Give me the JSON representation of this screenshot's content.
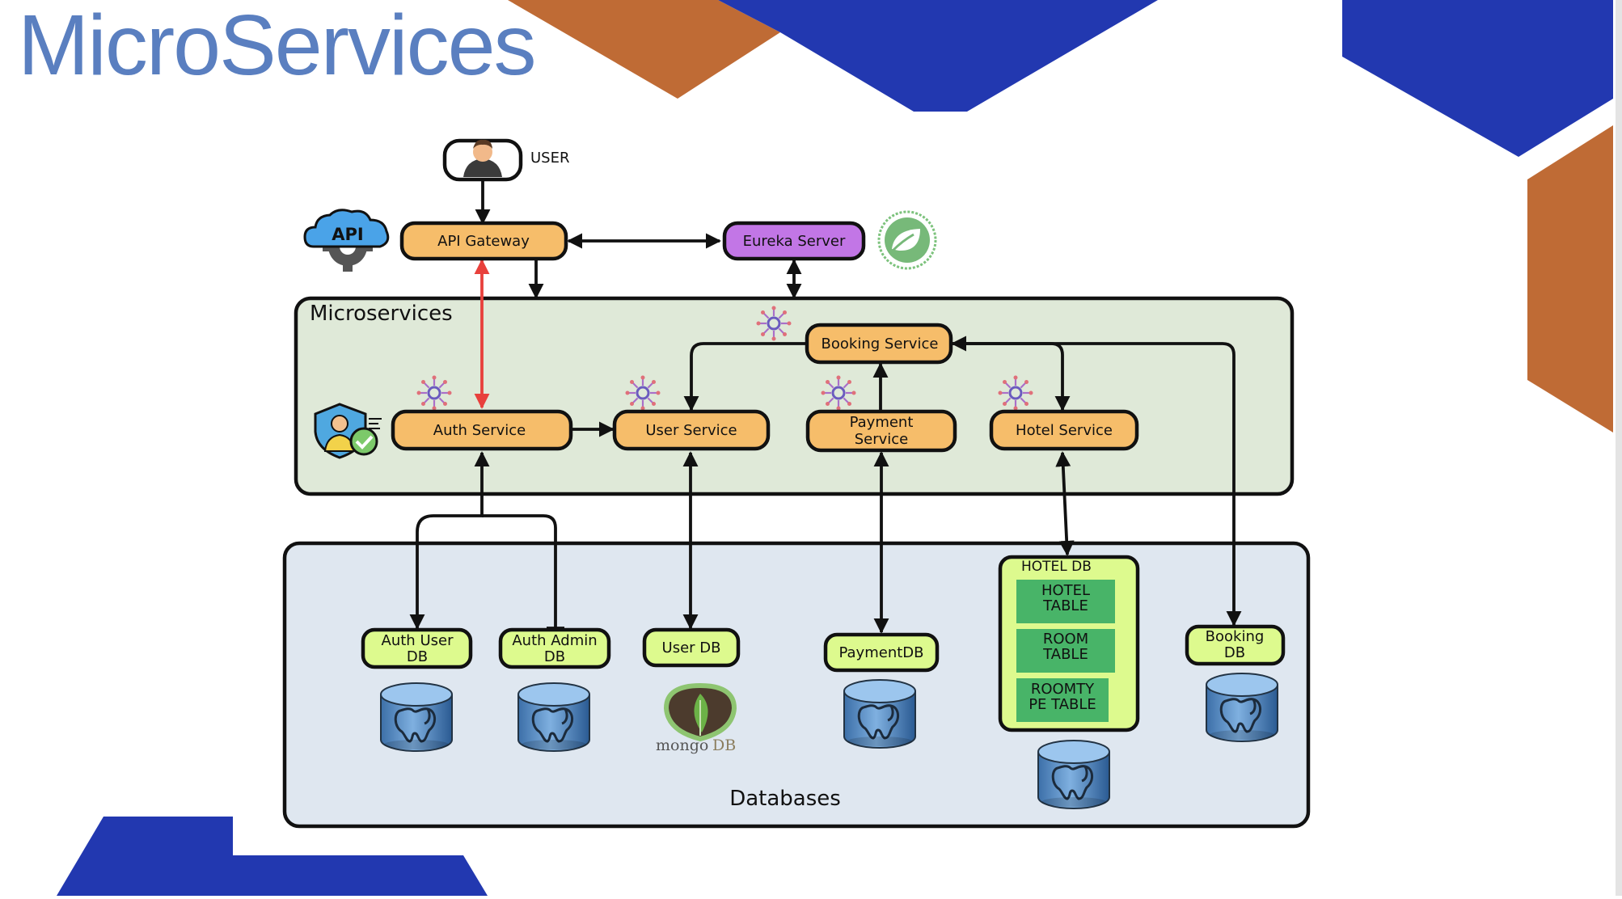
{
  "slide": {
    "title": "MicroServices"
  },
  "colors": {
    "orange_accent": "#bf6b35",
    "blue_accent": "#2238b0",
    "title_blue": "#5a7fc0",
    "service_box": "#f6bd6a",
    "eureka_box": "#c276e6",
    "db_box": "#ddfa8e",
    "table_box": "#48b468",
    "microservices_panel": "#dfe9d8",
    "databases_panel": "#dfe7f0",
    "gateway_auth_link": "#e8403c"
  },
  "diagram": {
    "user": {
      "label": "USER"
    },
    "api_badge": "API",
    "api_gateway": "API Gateway",
    "eureka": "Eureka Server",
    "microservices_label": "Microservices",
    "databases_label": "Databases",
    "services": {
      "auth": "Auth Service",
      "user": "User Service",
      "payment": [
        "Payment",
        "Service"
      ],
      "hotel": "Hotel Service",
      "booking": "Booking Service"
    },
    "dbs": {
      "auth_user": [
        "Auth User",
        "DB"
      ],
      "auth_admin": [
        "Auth Admin",
        "DB"
      ],
      "user": "User DB",
      "payment": "PaymentDB",
      "booking": [
        "Booking",
        "DB"
      ],
      "hotel": {
        "title": "HOTEL DB",
        "tables": [
          [
            "HOTEL",
            "TABLE"
          ],
          [
            "ROOM",
            "TABLE"
          ],
          [
            "ROOMTY",
            "PE TABLE"
          ]
        ]
      }
    },
    "mongo_label": [
      "mongo",
      "DB"
    ]
  }
}
